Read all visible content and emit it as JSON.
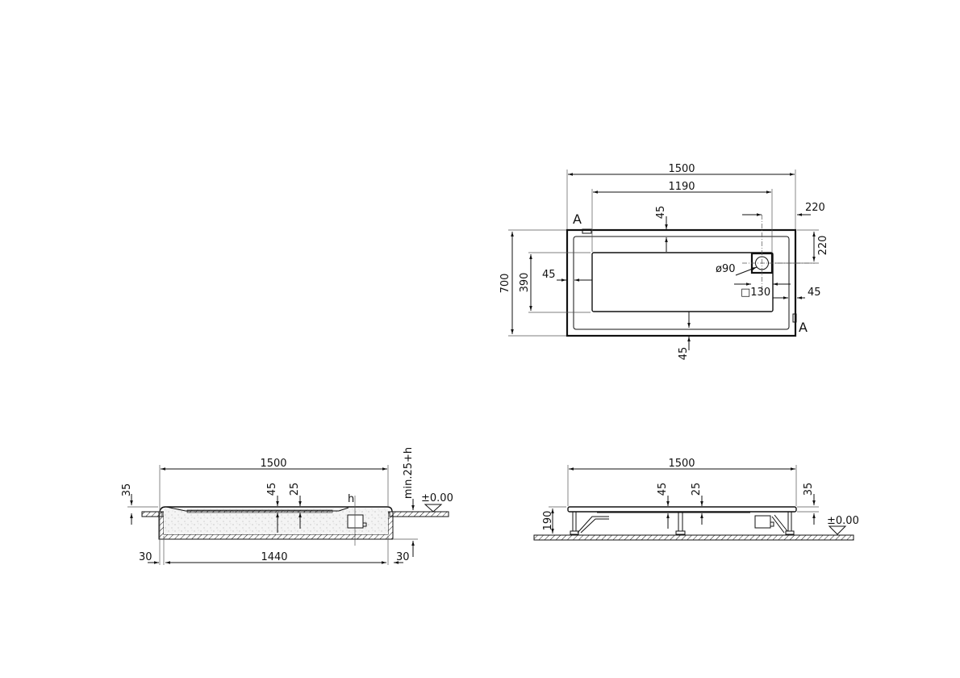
{
  "plan_view": {
    "name": "top-view",
    "dims": {
      "overall_length": "1500",
      "inner_length": "1190",
      "overall_width": "700",
      "inner_width": "390",
      "rim_top": "45",
      "rim_bottom": "45",
      "rim_left": "45",
      "rim_right": "45",
      "drain_offset_x": "220",
      "drain_offset_y": "220",
      "drain_diameter": "ø90",
      "drain_square": "□130"
    },
    "section_markers": [
      "A",
      "A"
    ]
  },
  "section_view": {
    "name": "recessed-install-section",
    "dims": {
      "overall_length": "1500",
      "inner_length": "1440",
      "left_gap": "30",
      "right_gap": "30",
      "rim_height": "35",
      "depth_45": "45",
      "depth_25": "25",
      "drain_h": "h",
      "min_depth": "min.25+h",
      "floor_level": "±0.00"
    }
  },
  "elevation_view": {
    "name": "legs-install-elevation",
    "dims": {
      "overall_length": "1500",
      "height": "190",
      "rim_height": "35",
      "depth_45": "45",
      "depth_25": "25",
      "floor_level": "±0.00"
    }
  },
  "colors": {
    "line": "#111111",
    "background": "#ffffff",
    "fill_stipple": "#e8e8e8"
  }
}
